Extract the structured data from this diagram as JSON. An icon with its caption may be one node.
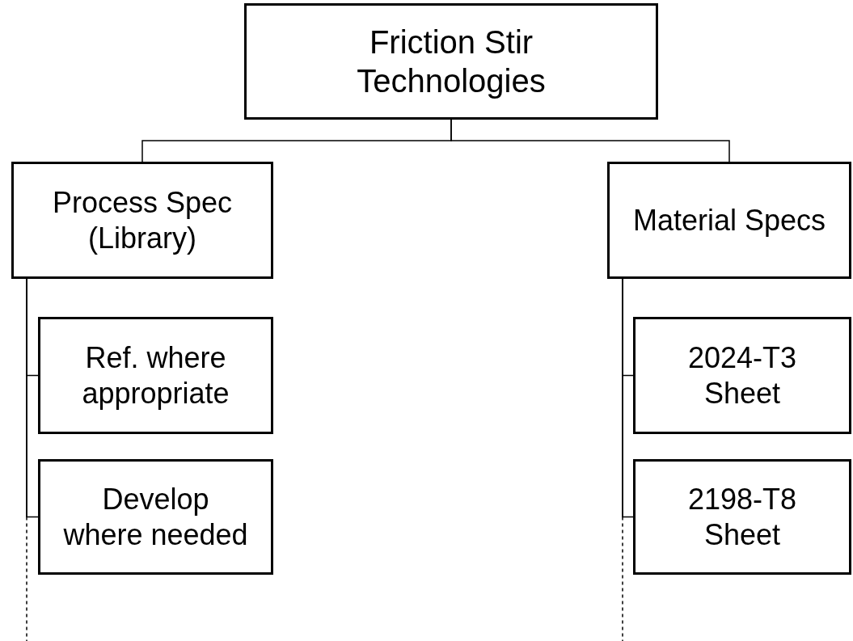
{
  "diagram": {
    "nodes": [
      {
        "text": [
          "Friction Stir Technologies"
        ]
      },
      {
        "text": [
          "Process Spec (Library)"
        ]
      },
      {
        "text": [
          "Ref. where appropriate"
        ]
      },
      {
        "text": [
          "Develop where needed"
        ]
      },
      {
        "text": [
          "Material Specs"
        ]
      },
      {
        "text": [
          "2024-T3 Sheet"
        ]
      },
      {
        "text": [
          "2198-T8 Sheet"
        ]
      }
    ],
    "edges": [
      {
        "from": 0,
        "to": 1,
        "arrow": "none"
      },
      {
        "from": 0,
        "to": 4,
        "arrow": "none"
      },
      {
        "from": 1,
        "to": 2,
        "arrow": "none"
      },
      {
        "from": 1,
        "to": 3,
        "arrow": "none"
      },
      {
        "from": 1,
        "to": null,
        "arrow": "none",
        "style": "dashed"
      },
      {
        "from": 4,
        "to": 5,
        "arrow": "none"
      },
      {
        "from": 4,
        "to": 6,
        "arrow": "none"
      },
      {
        "from": 4,
        "to": null,
        "arrow": "none",
        "style": "dashed"
      }
    ]
  }
}
